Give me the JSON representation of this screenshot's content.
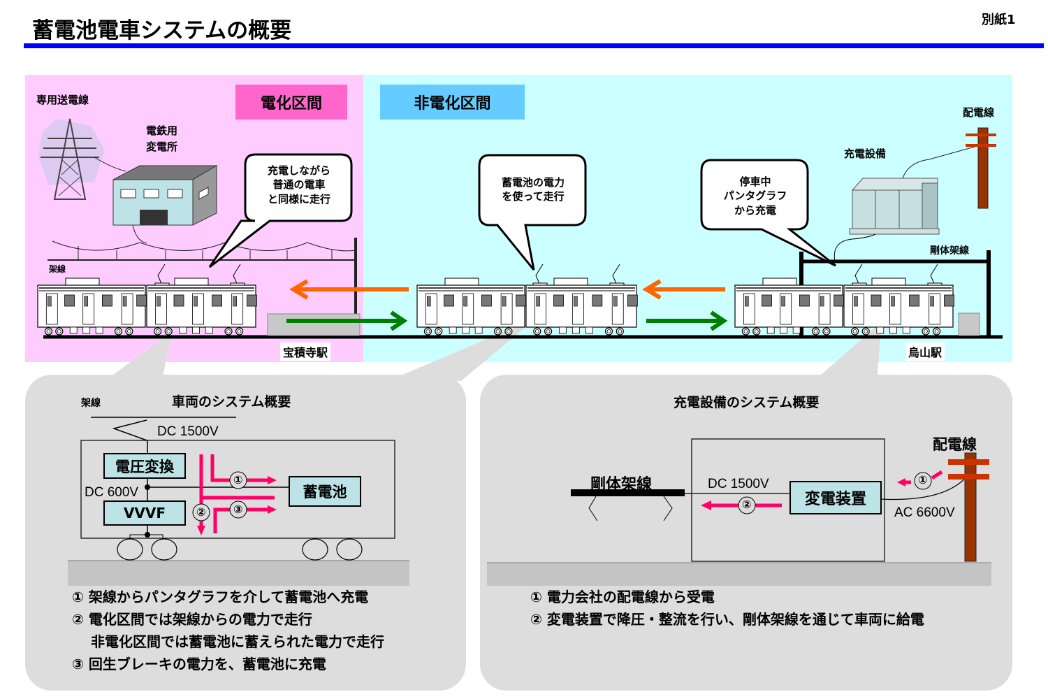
{
  "header": {
    "title": "蓄電池電車システムの概要",
    "sheet_label": "別紙1"
  },
  "top_diagram": {
    "zones": {
      "electrified": "電化区間",
      "non_electrified": "非電化区間"
    },
    "labels": {
      "dedicated_line": "専用送電線",
      "substation_line1": "電鉄用",
      "substation_line2": "変電所",
      "overhead_wire": "架線",
      "distribution_line": "配電線",
      "charging_facility": "充電設備",
      "rigid_catenary": "剛体架線"
    },
    "bubbles": [
      {
        "lines": [
          "充電しながら",
          "普通の電車",
          "と同様に走行"
        ]
      },
      {
        "lines": [
          "蓄電池の電力",
          "を使って走行"
        ]
      },
      {
        "lines": [
          "停車中",
          "パンタグラフ",
          "から充電"
        ]
      }
    ],
    "stations": {
      "left": "宝積寺駅",
      "right": "烏山駅"
    },
    "colors": {
      "electrified_bg": "#ffccff",
      "non_electrified_bg": "#ccffff",
      "electrified_tag": "#ff66cc",
      "non_electrified_tag": "#66ccff",
      "arrow_return": "#ff6600",
      "arrow_outbound": "#008000",
      "pole": "#993300"
    }
  },
  "vehicle_panel": {
    "title": "車両のシステム概要",
    "overhead_label": "架線",
    "input_voltage": "DC 1500V",
    "converter": "電圧変換",
    "bus_voltage": "DC 600V",
    "inverter": "VVVF",
    "battery": "蓄電池",
    "flow_markers": [
      "①",
      "②",
      "③"
    ],
    "notes": [
      "① 架線からパンタグラフを介して蓄電池へ充電",
      "② 電化区間では架線からの電力で走行",
      "　 非電化区間では蓄電池に蓄えられた電力で走行",
      "③ 回生ブレーキの電力を、蓄電池に充電"
    ]
  },
  "charging_panel": {
    "title": "充電設備のシステム概要",
    "rigid_catenary": "剛体架線",
    "output_voltage": "DC 1500V",
    "substation_device": "変電装置",
    "distribution_line": "配電線",
    "input_voltage": "AC 6600V",
    "flow_markers": [
      "①",
      "②"
    ],
    "notes": [
      "① 電力会社の配電線から受電",
      "② 変電装置で降圧・整流を行い、剛体架線を通じて車両に給電"
    ],
    "colors": {
      "flow_arrow": "#ff0066",
      "box_fill": "#bde3e6"
    }
  }
}
